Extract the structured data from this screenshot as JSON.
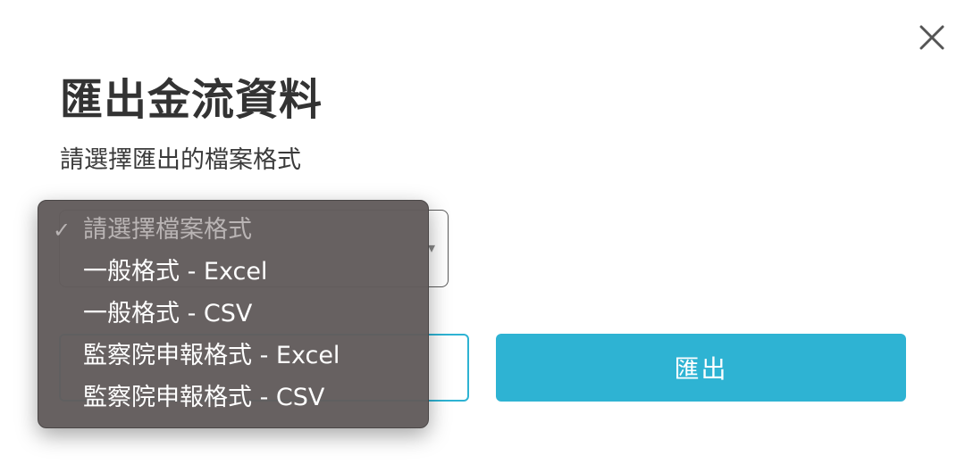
{
  "dialog": {
    "title": "匯出金流資料",
    "subtitle": "請選擇匯出的檔案格式",
    "close_icon": "close-icon"
  },
  "select": {
    "selected_value": "請選擇檔案格式",
    "options": [
      {
        "label": "請選擇檔案格式",
        "selected": true
      },
      {
        "label": "一般格式 - Excel",
        "selected": false
      },
      {
        "label": "一般格式 - CSV",
        "selected": false
      },
      {
        "label": "監察院申報格式 - Excel",
        "selected": false
      },
      {
        "label": "監察院申報格式 - CSV",
        "selected": false
      }
    ]
  },
  "buttons": {
    "export_label": "匯出"
  },
  "colors": {
    "accent": "#2eb3d3",
    "title_text": "#333333",
    "menu_bg": "#625c5c"
  }
}
